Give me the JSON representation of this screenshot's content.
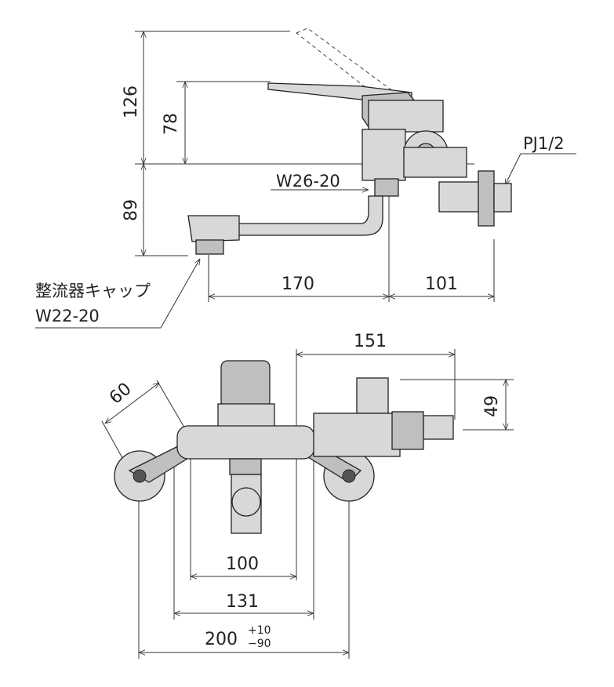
{
  "side_view": {
    "dim_total_height": "126",
    "dim_lever_height": "78",
    "dim_spout_drop": "89",
    "dim_spout_reach": "170",
    "dim_wall_to_center": "101",
    "inlet_thread": "W26-20",
    "pipe_thread": "PJ1/2",
    "aerator_label": "整流器キャップ",
    "aerator_thread": "W22-20"
  },
  "front_view": {
    "dim_side_offset": "151",
    "dim_angle_width": "60",
    "dim_height_offset": "49",
    "dim_inner": "100",
    "dim_mid": "131",
    "dim_center": "200",
    "tolerance_plus": "+10",
    "tolerance_minus": "−90"
  }
}
